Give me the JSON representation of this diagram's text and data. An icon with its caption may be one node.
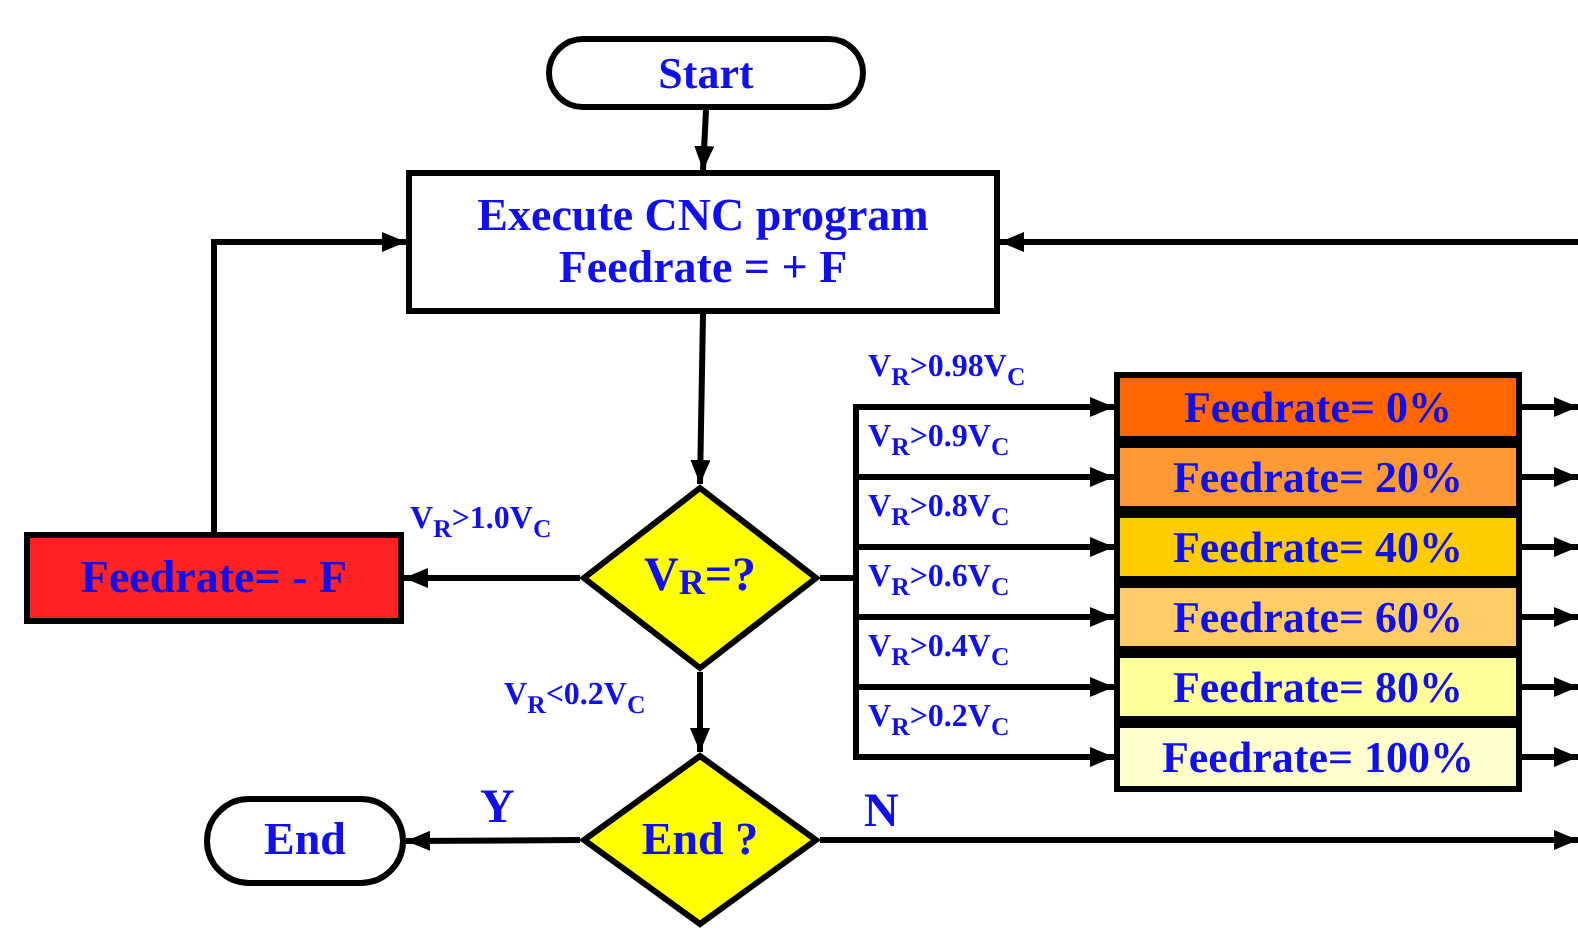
{
  "diagram": {
    "nodes": [
      {
        "text": [
          "Start"
        ]
      },
      {
        "text": [
          "Execute CNC program",
          "Feedrate = + F"
        ]
      },
      {
        "text": [
          "V$_{R}$=?"
        ]
      },
      {
        "text": [
          "Feedrate= - F"
        ]
      },
      {
        "text": [
          "Feedrate= 0%"
        ]
      },
      {
        "text": [
          "Feedrate= 20%"
        ]
      },
      {
        "text": [
          "Feedrate= 40%"
        ]
      },
      {
        "text": [
          "Feedrate= 60%"
        ]
      },
      {
        "text": [
          "Feedrate= 80%"
        ]
      },
      {
        "text": [
          "Feedrate= 100%"
        ]
      },
      {
        "text": [
          "End ?"
        ]
      },
      {
        "text": [
          "End"
        ]
      }
    ],
    "edges": [
      {
        "from": 0,
        "to": 1,
        "arrow": "to"
      },
      {
        "from": 1,
        "to": 2,
        "arrow": "to"
      },
      {
        "from": 2,
        "to": 3,
        "arrow": "to",
        "label": "V$_{R}$>1.0V$_{C}$"
      },
      {
        "from": 3,
        "to": 1,
        "arrow": "to"
      },
      {
        "from": 2,
        "to": 4,
        "arrow": "to",
        "label": "V$_{R}$>0.98V$_{C}$"
      },
      {
        "from": 2,
        "to": 5,
        "arrow": "to",
        "label": "V$_{R}$>0.9V$_{C}$"
      },
      {
        "from": 2,
        "to": 6,
        "arrow": "to",
        "label": "V$_{R}$>0.8V$_{C}$"
      },
      {
        "from": 2,
        "to": 7,
        "arrow": "to",
        "label": "V$_{R}$>0.6V$_{C}$"
      },
      {
        "from": 2,
        "to": 8,
        "arrow": "to",
        "label": "V$_{R}$>0.4V$_{C}$"
      },
      {
        "from": 2,
        "to": 9,
        "arrow": "to",
        "label": "V$_{R}$>0.2V$_{C}$"
      },
      {
        "from": 2,
        "to": 10,
        "arrow": "to",
        "label": "V$_{R}$<0.2V$_{C}$"
      },
      {
        "from": 10,
        "to": 11,
        "arrow": "to",
        "label": "Y"
      },
      {
        "from": 10,
        "to": null,
        "arrow": "to",
        "label": "N"
      },
      {
        "from": 4,
        "to": null,
        "arrow": "to"
      },
      {
        "from": 5,
        "to": null,
        "arrow": "to"
      },
      {
        "from": 6,
        "to": null,
        "arrow": "to"
      },
      {
        "from": 7,
        "to": null,
        "arrow": "to"
      },
      {
        "from": 8,
        "to": null,
        "arrow": "to"
      },
      {
        "from": 9,
        "to": null,
        "arrow": "to"
      },
      {
        "from": null,
        "to": 1,
        "arrow": "to"
      }
    ]
  }
}
